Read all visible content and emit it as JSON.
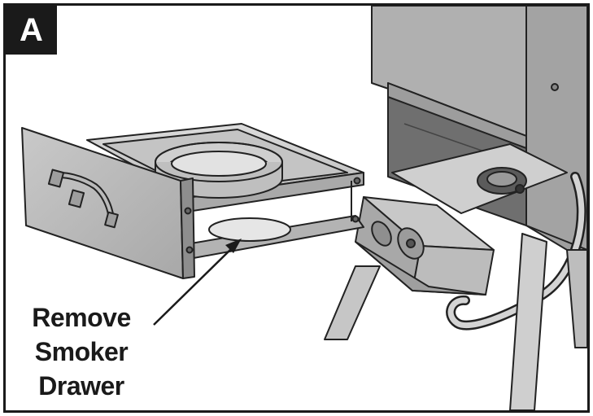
{
  "figure": {
    "panel_label": "A",
    "callout_lines": [
      "Remove",
      "Smoker",
      "Drawer"
    ]
  },
  "colors": {
    "frame": "#1a1a1a",
    "metal_light": "#d6d6d6",
    "metal_mid": "#b4b4b4",
    "metal_dark": "#8a8a8a",
    "outline": "#222222"
  },
  "icons": {
    "arrow": "leader-arrow"
  }
}
